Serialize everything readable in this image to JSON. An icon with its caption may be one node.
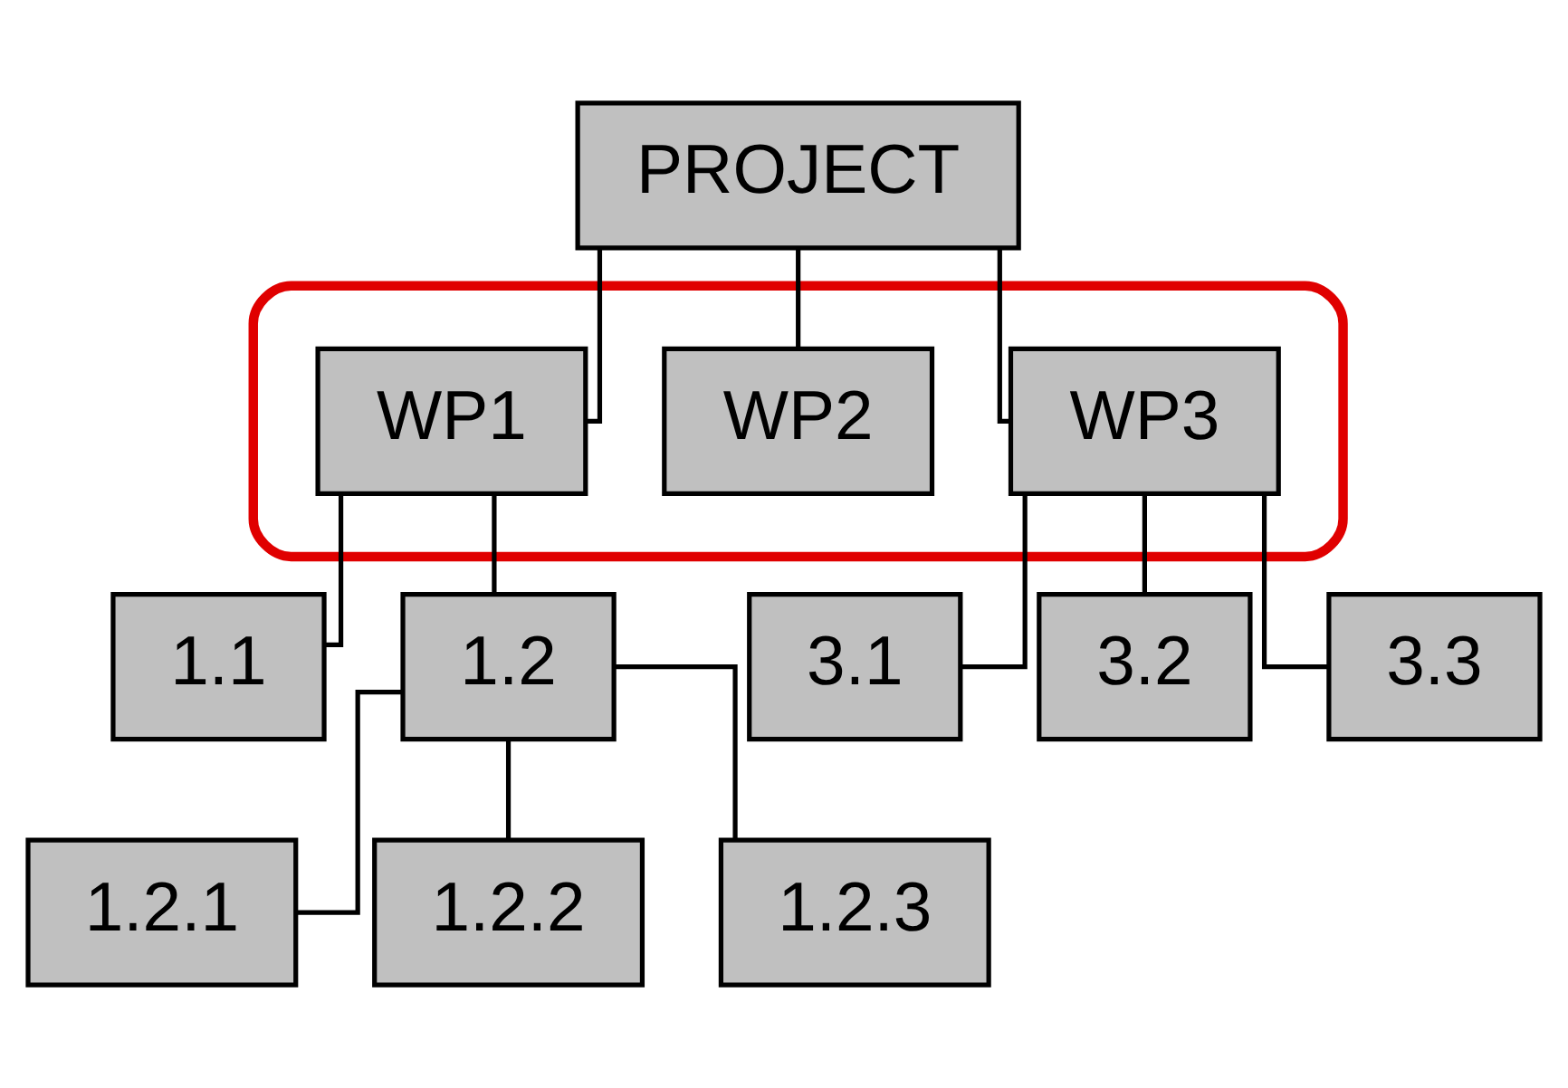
{
  "diagram": {
    "nodes": [
      {
        "text": [
          "PROJECT"
        ]
      },
      {
        "text": [],
        "shape": "ellipse"
      },
      {
        "text": [
          "WP1"
        ],
        "in": 1
      },
      {
        "text": [
          "WP2"
        ],
        "in": 1
      },
      {
        "text": [
          "WP3"
        ],
        "in": 1
      },
      {
        "text": [
          "1.1"
        ]
      },
      {
        "text": [
          "1.2"
        ]
      },
      {
        "text": [
          "3.1"
        ]
      },
      {
        "text": [
          "3.2"
        ]
      },
      {
        "text": [
          "3.3"
        ]
      },
      {
        "text": [
          "1.2.1"
        ]
      },
      {
        "text": [
          "1.2.2"
        ]
      },
      {
        "text": [
          "1.2.3"
        ]
      }
    ],
    "edges": [
      {
        "from": 0,
        "to": 2,
        "arrow": "none"
      },
      {
        "from": 0,
        "to": 3,
        "arrow": "none"
      },
      {
        "from": 0,
        "to": 4,
        "arrow": "none"
      },
      {
        "from": 2,
        "to": 5,
        "arrow": "none"
      },
      {
        "from": 2,
        "to": 6,
        "arrow": "none"
      },
      {
        "from": 4,
        "to": 7,
        "arrow": "none"
      },
      {
        "from": 4,
        "to": 8,
        "arrow": "none"
      },
      {
        "from": 4,
        "to": 9,
        "arrow": "none"
      },
      {
        "from": 6,
        "to": 10,
        "arrow": "none"
      },
      {
        "from": 6,
        "to": 11,
        "arrow": "none"
      },
      {
        "from": 6,
        "to": 12,
        "arrow": "none"
      }
    ]
  }
}
